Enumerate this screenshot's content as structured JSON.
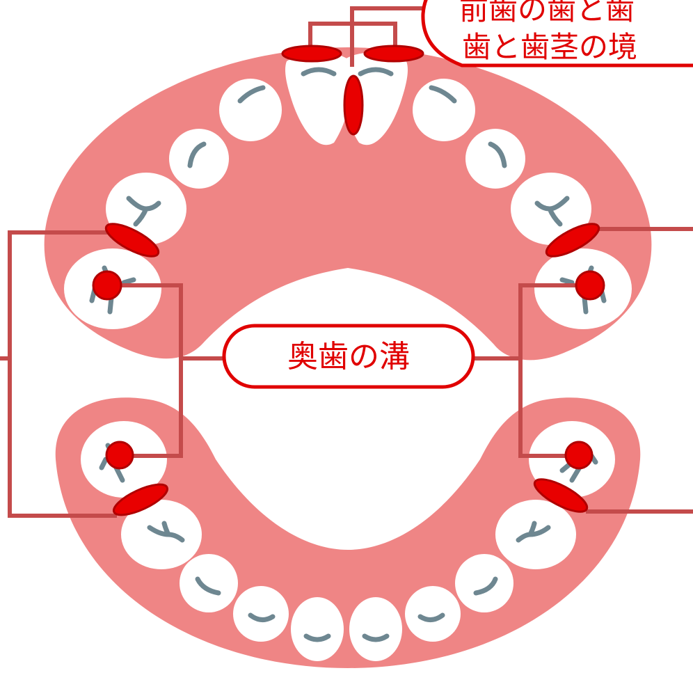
{
  "diagram": {
    "callouts": {
      "front_line1": "前歯の歯と歯",
      "front_line2": "歯と歯茎の境",
      "molar_groove": "奥歯の溝"
    },
    "colors": {
      "gum": "#ef8585",
      "tooth": "#ffffff",
      "groove_line": "#6e8791",
      "marker": "#e80000",
      "marker_edge": "#b00000",
      "leader_line": "#c44b4b",
      "callout_border": "#e00000",
      "callout_text": "#e00000"
    }
  }
}
